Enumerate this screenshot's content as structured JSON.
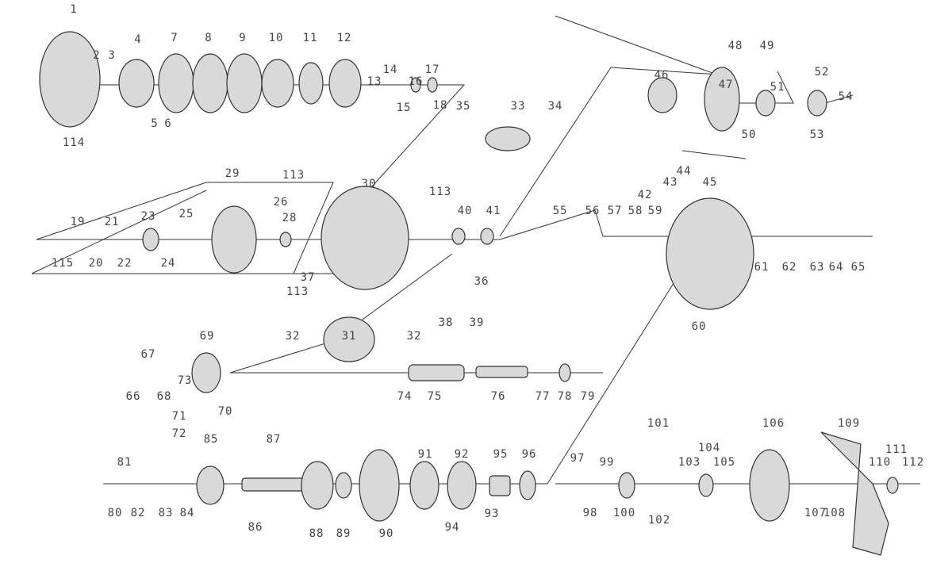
{
  "diagram": {
    "title_visible": false,
    "part_labels": [
      "1",
      "2",
      "3",
      "4",
      "7",
      "8",
      "9",
      "10",
      "11",
      "12",
      "13",
      "14",
      "15",
      "16",
      "17",
      "18",
      "5",
      "6",
      "114",
      "48",
      "49",
      "47",
      "51",
      "52",
      "54",
      "46",
      "50",
      "53",
      "35",
      "33",
      "34",
      "42",
      "43",
      "44",
      "45",
      "29",
      "26",
      "113",
      "113",
      "30",
      "28",
      "19",
      "21",
      "23",
      "25",
      "115",
      "20",
      "22",
      "24",
      "37",
      "36",
      "113",
      "38",
      "39",
      "40",
      "41",
      "55",
      "56",
      "57",
      "58",
      "59",
      "60",
      "61",
      "62",
      "63",
      "64",
      "65",
      "69",
      "67",
      "66",
      "68",
      "73",
      "70",
      "71",
      "72",
      "32",
      "31",
      "32",
      "74",
      "75",
      "76",
      "77",
      "78",
      "79",
      "81",
      "80",
      "82",
      "83",
      "84",
      "85",
      "87",
      "86",
      "88",
      "89",
      "90",
      "91",
      "92",
      "93",
      "94",
      "95",
      "96",
      "97",
      "98",
      "99",
      "100",
      "101",
      "102",
      "103",
      "104",
      "105",
      "106",
      "107",
      "108",
      "109",
      "110",
      "111",
      "112"
    ],
    "colors": {
      "line": "#333333",
      "part_fill": "#d9d9d9",
      "part_dark": "#777777",
      "label": "#444444"
    }
  }
}
